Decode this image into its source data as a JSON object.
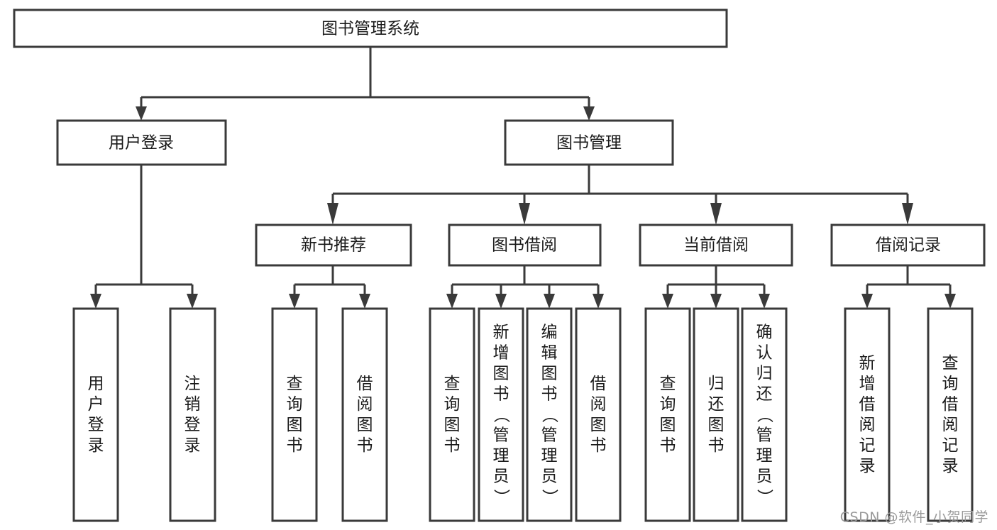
{
  "diagram": {
    "title": "图书管理系统",
    "type": "tree-hierarchy-chart",
    "watermark": "CSDN @软件_小贺同学",
    "colors": {
      "stroke": "#3a3a3a",
      "fill": "#ffffff",
      "text": "#1a1a1a",
      "watermark": "#9a9a9a",
      "background": "#ffffff"
    },
    "levels": {
      "root": {
        "label": "图书管理系统"
      },
      "level2": [
        {
          "id": "user-login",
          "label": "用户登录"
        },
        {
          "id": "book-manage",
          "label": "图书管理"
        }
      ],
      "level3": [
        {
          "id": "new-book-recommend",
          "label": "新书推荐",
          "parent": "book-manage"
        },
        {
          "id": "book-borrow",
          "label": "图书借阅",
          "parent": "book-manage"
        },
        {
          "id": "current-borrow",
          "label": "当前借阅",
          "parent": "book-manage"
        },
        {
          "id": "borrow-record",
          "label": "借阅记录",
          "parent": "book-manage"
        }
      ],
      "leaves": [
        {
          "id": "leaf-user-login",
          "label": "用户登录",
          "parent": "user-login"
        },
        {
          "id": "leaf-logout",
          "label": "注销登录",
          "parent": "user-login"
        },
        {
          "id": "leaf-query-book-1",
          "label": "查询图书",
          "parent": "new-book-recommend"
        },
        {
          "id": "leaf-borrow-book-1",
          "label": "借阅图书",
          "parent": "new-book-recommend"
        },
        {
          "id": "leaf-query-book-2",
          "label": "查询图书",
          "parent": "book-borrow"
        },
        {
          "id": "leaf-add-book",
          "label": "新增图书（管理员）",
          "parent": "book-borrow"
        },
        {
          "id": "leaf-edit-book",
          "label": "编辑图书（管理员）",
          "parent": "book-borrow"
        },
        {
          "id": "leaf-borrow-book-2",
          "label": "借阅图书",
          "parent": "book-borrow"
        },
        {
          "id": "leaf-query-book-3",
          "label": "查询图书",
          "parent": "current-borrow"
        },
        {
          "id": "leaf-return-book",
          "label": "归还图书",
          "parent": "current-borrow"
        },
        {
          "id": "leaf-confirm-return",
          "label": "确认归还（管理员）",
          "parent": "current-borrow"
        },
        {
          "id": "leaf-add-record",
          "label": "新增借阅记录",
          "parent": "borrow-record"
        },
        {
          "id": "leaf-query-record",
          "label": "查询借阅记录",
          "parent": "borrow-record"
        }
      ]
    }
  }
}
